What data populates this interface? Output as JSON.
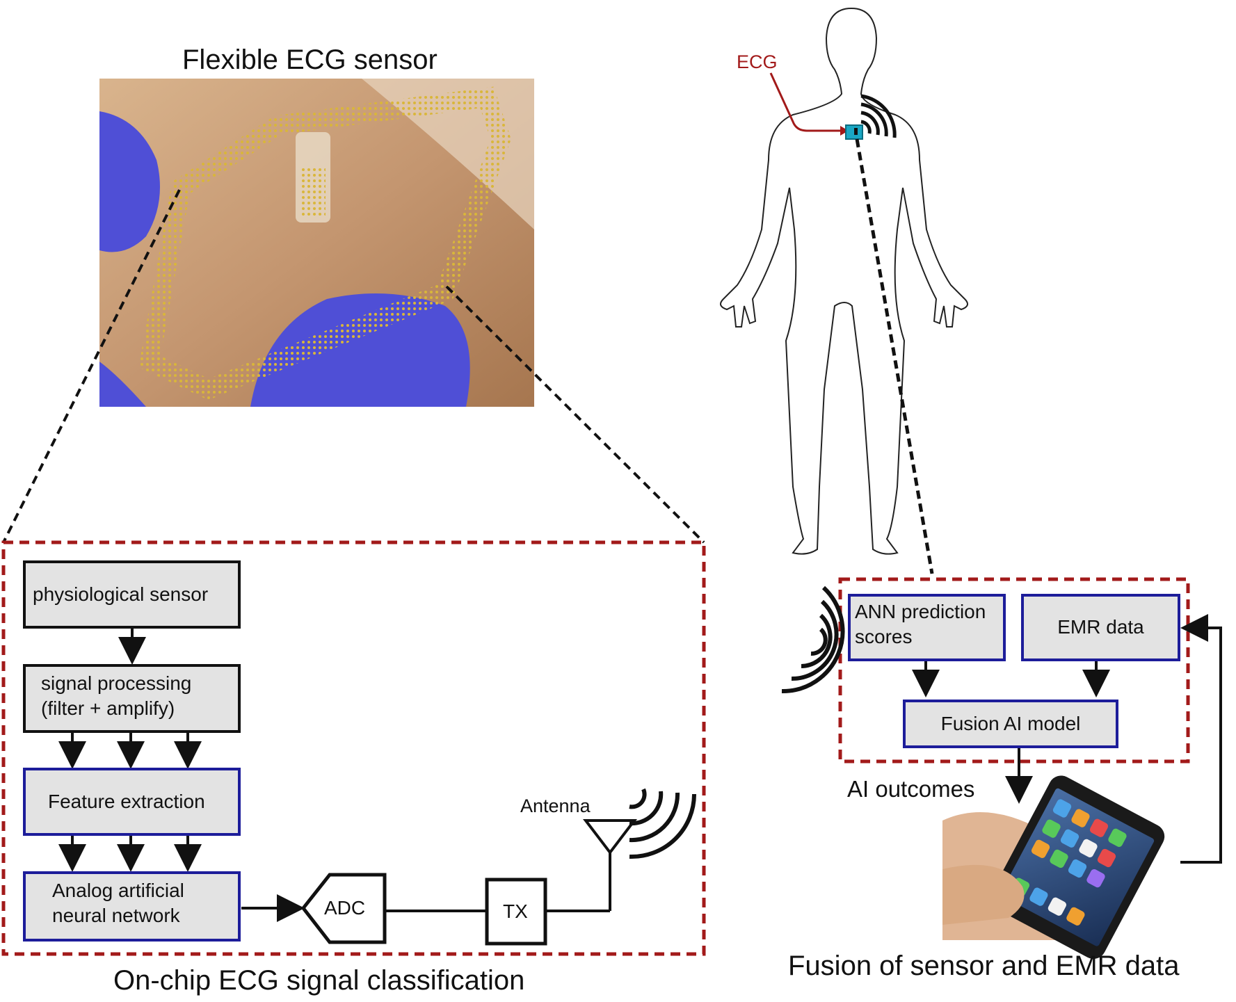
{
  "titles": {
    "sensor": "Flexible ECG sensor",
    "chip": "On-chip ECG signal classification",
    "fusion": "Fusion of  sensor and EMR data"
  },
  "body_label": "ECG",
  "chip_blocks": {
    "sensor": "physiological sensor",
    "processing": [
      "signal processing",
      "(filter + amplify)"
    ],
    "feature": "Feature extraction",
    "ann": [
      "Analog artificial",
      "neural network"
    ],
    "adc": "ADC",
    "tx": "TX",
    "antenna": "Antenna"
  },
  "fusion_blocks": {
    "ann_scores": [
      "ANN prediction",
      "scores"
    ],
    "emr": "EMR data",
    "fusion_model": "Fusion AI model",
    "outcomes": "AI outcomes"
  },
  "colors": {
    "dashed_frame": "#a21a1a",
    "blue_border": "#1d1d9a",
    "box_fill": "#e3e3e3",
    "ecg_label": "#a21a1a",
    "sensor_patch": "#1aa7c4",
    "glove": "#4f4fd6",
    "skin": "#c9a07a"
  },
  "icons": {
    "wireless_body": "wireless-signal-icon",
    "wireless_antenna": "wireless-signal-icon",
    "wireless_fusion": "wireless-signal-icon",
    "antenna": "antenna-icon",
    "phone": "smartphone-icon"
  }
}
